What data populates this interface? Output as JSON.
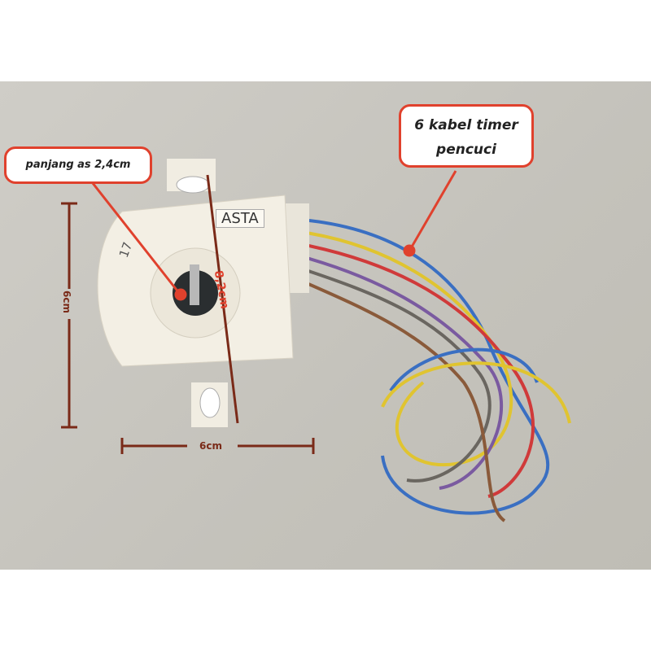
{
  "annotations": {
    "shaft_length": "panjang as 2,4cm",
    "cables_line1": "6 kabel timer",
    "cables_line2": "pencuci",
    "height_dim": "6cm",
    "width_dim": "6cm",
    "diagonal_dim": "8,2cm"
  },
  "product": {
    "brand_label": "ASTA",
    "model_mark": "17"
  },
  "colors": {
    "callout_border": "#e0412d",
    "dimension": "#7a2a18"
  }
}
